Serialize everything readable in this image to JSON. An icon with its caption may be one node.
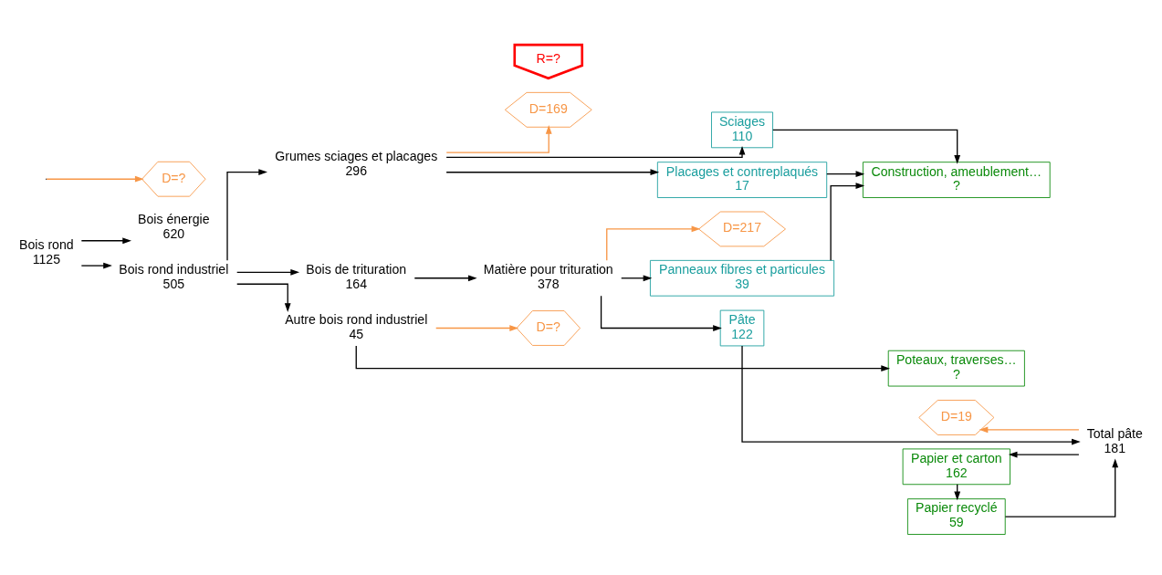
{
  "diagram": {
    "nodes": [
      {
        "text": [
          "Bois rond",
          "1125"
        ]
      },
      {
        "text": [
          "Bois énergie",
          "620"
        ]
      },
      {
        "text": [
          "Bois rond industriel",
          "505"
        ]
      },
      {
        "text": [
          "Grumes sciages et placages",
          "296"
        ]
      },
      {
        "text": [
          "Bois de trituration",
          "164"
        ]
      },
      {
        "text": [
          "Autre bois rond industriel",
          "45"
        ]
      },
      {
        "text": [
          "D=169"
        ]
      },
      {
        "text": [
          "R=?"
        ]
      },
      {
        "text": [
          "Matière pour trituration",
          "378"
        ]
      },
      {
        "text": [
          "D=217"
        ]
      },
      {
        "text": [
          "D=?"
        ]
      },
      {
        "text": [
          "Sciages",
          "110"
        ]
      },
      {
        "text": [
          "Placages et contreplaqués",
          "17"
        ]
      },
      {
        "text": [
          "Panneaux fibres et particules",
          "39"
        ]
      },
      {
        "text": [
          "Pâte",
          "122"
        ]
      },
      {
        "text": [
          "Total pâte",
          "181"
        ]
      },
      {
        "text": [
          "D=19"
        ]
      },
      {
        "text": [
          "Construction, ameublement…",
          "?"
        ]
      },
      {
        "text": [
          "D=?"
        ]
      },
      {
        "text": [
          "Papier recyclé",
          "59"
        ]
      },
      {
        "text": [
          "Papier et carton",
          "162"
        ]
      },
      {
        "text": [
          "Poteaux, traverses…",
          "?"
        ]
      }
    ],
    "edges": [
      {
        "from": 0,
        "to": 1,
        "arrow": "to"
      },
      {
        "from": 0,
        "to": 2,
        "arrow": "to"
      },
      {
        "from": 2,
        "to": 3,
        "arrow": "to"
      },
      {
        "from": 2,
        "to": 4,
        "arrow": "to"
      },
      {
        "from": 2,
        "to": 5,
        "arrow": "to"
      },
      {
        "from": 3,
        "to": 6,
        "arrow": "to",
        "color": "#f79646"
      },
      {
        "from": 3,
        "to": 11,
        "arrow": "to"
      },
      {
        "from": 3,
        "to": 12,
        "arrow": "to"
      },
      {
        "from": 4,
        "to": 8,
        "arrow": "to"
      },
      {
        "from": 8,
        "to": 9,
        "arrow": "to",
        "color": "#f79646"
      },
      {
        "from": 8,
        "to": 13,
        "arrow": "to"
      },
      {
        "from": 8,
        "to": 14,
        "arrow": "to"
      },
      {
        "from": 5,
        "to": 10,
        "arrow": "to",
        "color": "#f79646"
      },
      {
        "from": 5,
        "to": 21,
        "arrow": "to"
      },
      {
        "from": 11,
        "to": 17,
        "arrow": "to"
      },
      {
        "from": 12,
        "to": 17,
        "arrow": "to"
      },
      {
        "from": 13,
        "to": 17,
        "arrow": "to"
      },
      {
        "from": null,
        "to": 18,
        "arrow": "to",
        "color": "#f79646"
      },
      {
        "from": 14,
        "to": 15,
        "arrow": "to"
      },
      {
        "from": 15,
        "to": 16,
        "arrow": "to",
        "color": "#f79646"
      },
      {
        "from": 15,
        "to": 20,
        "arrow": "to"
      },
      {
        "from": 20,
        "to": 19,
        "arrow": "to"
      },
      {
        "from": 19,
        "to": 15,
        "arrow": "to"
      }
    ]
  }
}
